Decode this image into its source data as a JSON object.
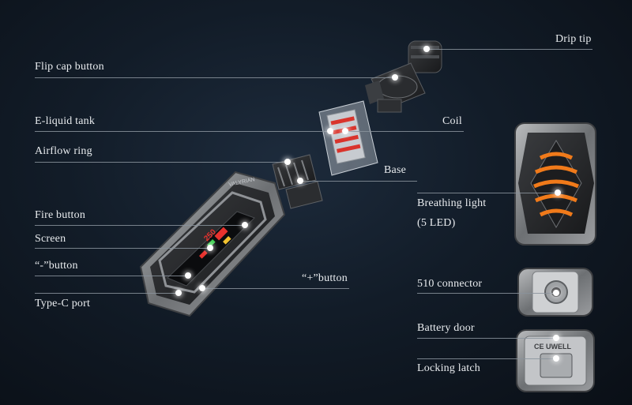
{
  "labels": {
    "drip_tip": "Drip tip",
    "flip_cap_button": "Flip cap button",
    "e_liquid_tank": "E-liquid tank",
    "coil": "Coil",
    "airflow_ring": "Airflow ring",
    "base": "Base",
    "fire_button": "Fire button",
    "screen": "Screen",
    "minus_button": "“-”button",
    "plus_button": "“+”button",
    "type_c_port": "Type-C port",
    "breathing_light": "Breathing light",
    "breathing_light_detail": "(5 LED)",
    "connector_510": "510 connector",
    "battery_door": "Battery door",
    "locking_latch": "Locking latch"
  },
  "device": {
    "brand_text": "VALYRIAN",
    "screen_value": "250",
    "door_marking": "CE UWELL"
  },
  "colors": {
    "accent_orange": "#f07a1a",
    "body_dark": "#2b2d30",
    "frame_metal": "#8d8f92",
    "screen_red": "#e8322e",
    "screen_green": "#3ccf4e",
    "screen_yellow": "#f2c230"
  }
}
